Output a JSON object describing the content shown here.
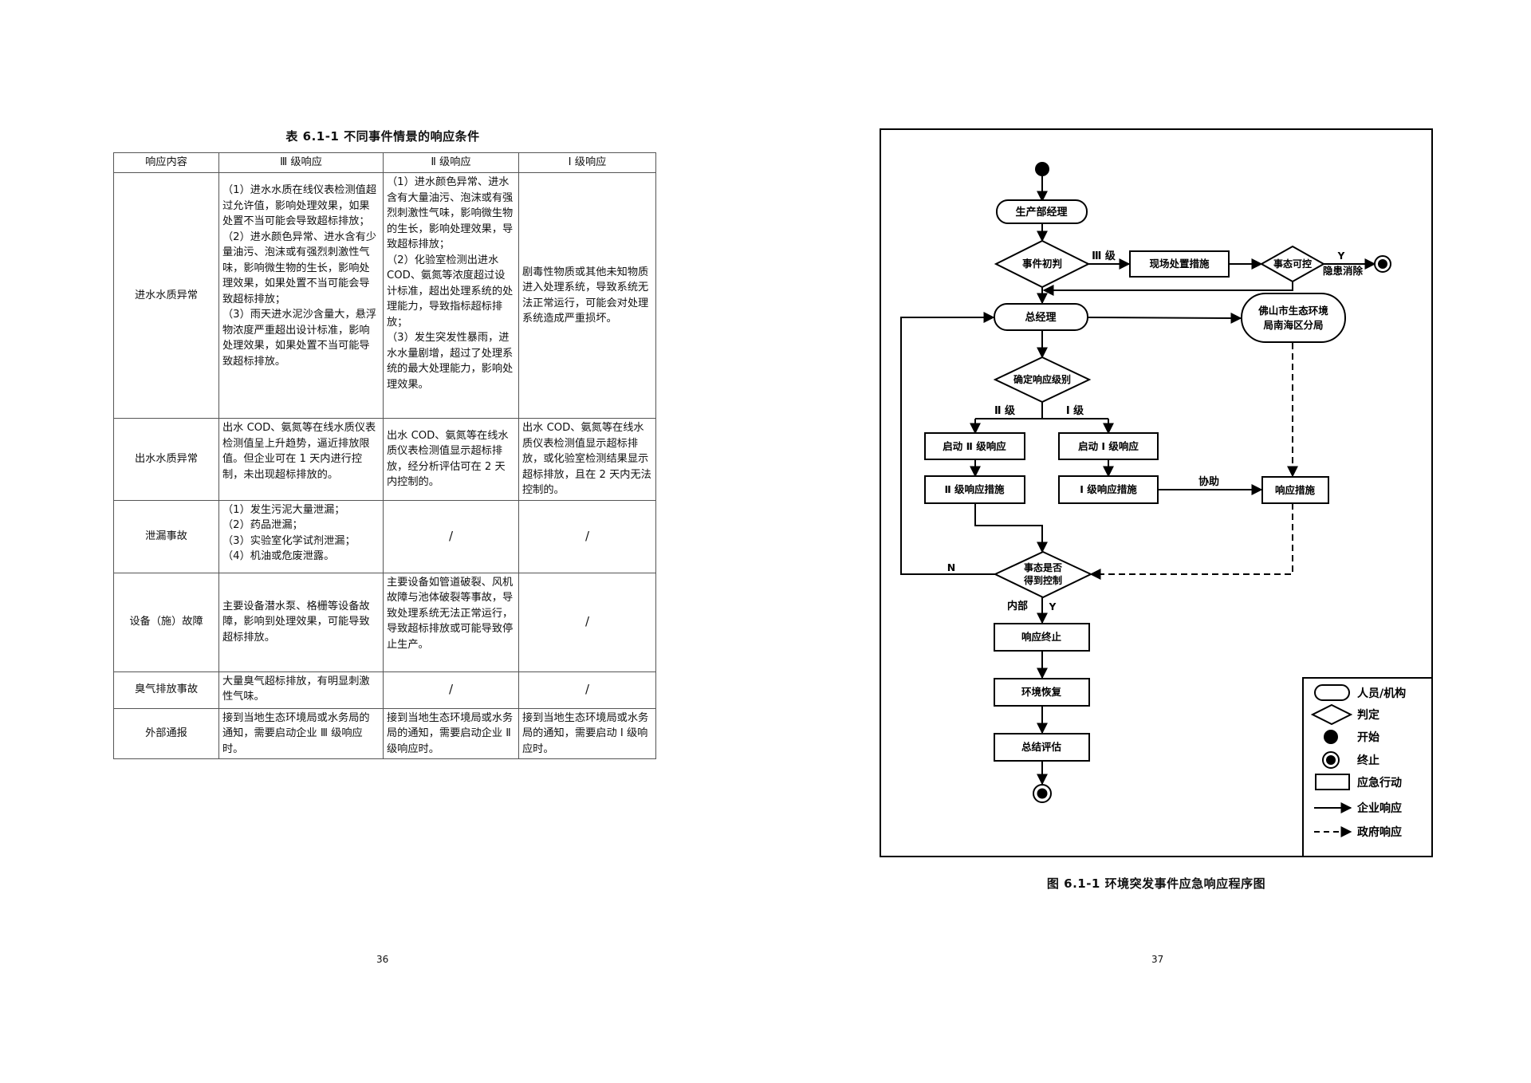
{
  "table": {
    "title": "表 6.1-1      不同事件情景的响应条件",
    "headers": [
      "响应内容",
      "Ⅲ 级响应",
      "Ⅱ 级响应",
      "Ⅰ 级响应"
    ],
    "rows": [
      {
        "name": "进水水质异常",
        "l3": [
          "（1）进水水质在线仪表检测值超过允许值，影响处理效果，如果处置不当可能会导致超标排放；",
          "（2）进水颜色异常、进水含有少量油污、泡沫或有强烈刺激性气味，影响微生物的生长，影响处理效果，如果处置不当可能会导致超标排放；",
          "（3）雨天进水泥沙含量大，悬浮物浓度严重超出设计标准，影响处理效果，如果处置不当可能导致超标排放。"
        ],
        "l2": [
          "（1）进水颜色异常、进水含有大量油污、泡沫或有强烈刺激性气味，影响微生物的生长，影响处理效果，导致超标排放；",
          "（2）化验室检测出进水COD、氨氮等浓度超过设计标准，超出处理系统的处理能力，导致指标超标排放；",
          "（3）发生突发性暴雨，进水水量剧增，超过了处理系统的最大处理能力，影响处理效果。"
        ],
        "l1": "剧毒性物质或其他未知物质进入处理系统，导致系统无法正常运行，可能会对处理系统造成严重损坏。"
      },
      {
        "name": "出水水质异常",
        "l3": [
          "出水 COD、氨氮等在线水质仪表检测值呈上升趋势，逼近排放限值。但企业可在 1 天内进行控制，未出现超标排放的。"
        ],
        "l2": [
          "出水 COD、氨氮等在线水质仪表检测值显示超标排放，经分析评估可在 2 天内控制的。"
        ],
        "l1": "出水 COD、氨氮等在线水质仪表检测值显示超标排放，或化验室检测结果显示超标排放，且在 2 天内无法控制的。"
      },
      {
        "name": "泄漏事故",
        "l3": [
          "（1）发生污泥大量泄漏；",
          "（2）药品泄漏；",
          "（3）实验室化学试剂泄漏；",
          "（4）机油或危废泄露。"
        ],
        "l2": [
          "/"
        ],
        "l1": "/"
      },
      {
        "name": "设备（施）故障",
        "l3": [
          "主要设备潜水泵、格栅等设备故障，影响到处理效果，可能导致超标排放。"
        ],
        "l2": [
          "主要设备如管道破裂、风机故障与池体破裂等事故，导致处理系统无法正常运行，导致超标排放或可能导致停止生产。"
        ],
        "l1": "/"
      },
      {
        "name": "臭气排放事故",
        "l3": [
          "大量臭气超标排放，有明显刺激性气味。"
        ],
        "l2": [
          "/"
        ],
        "l1": "/"
      },
      {
        "name": "外部通报",
        "l3": [
          "接到当地生态环境局或水务局的通知，需要启动企业 Ⅲ 级响应时。"
        ],
        "l2": [
          "接到当地生态环境局或水务局的通知，需要启动企业 Ⅱ 级响应时。"
        ],
        "l1": "接到当地生态环境局或水务局的通知，需要启动 Ⅰ 级响应时。"
      }
    ]
  },
  "page_numbers": {
    "left": "36",
    "right": "37"
  },
  "flowchart": {
    "caption": "图 6.1-1      环境突发事件应急响应程序图",
    "nodes": {
      "production_manager": "生产部经理",
      "event_judgment": "事件初判",
      "onsite_measures": "现场处置措施",
      "controllable": "事态可控",
      "general_manager": "总经理",
      "foshan_bureau_line1": "佛山市生态环境",
      "foshan_bureau_line2": "局南海区分局",
      "determine_level": "确定响应级别",
      "start_level2": "启动 Ⅱ 级响应",
      "start_level1": "启动 Ⅰ 级响应",
      "level2_measures": "Ⅱ 级响应措施",
      "level1_measures": "Ⅰ 级响应措施",
      "gov_measures": "响应措施",
      "controlled_line1": "事态是否",
      "controlled_line2": "得到控制",
      "response_end": "响应终止",
      "env_recovery": "环境恢复",
      "summary_eval": "总结评估"
    },
    "labels": {
      "level3": "Ⅲ 级",
      "yes_top": "Y",
      "hazard_clear": "隐患消除",
      "level2": "Ⅱ 级",
      "level1": "Ⅰ 级",
      "assist": "协助",
      "no": "N",
      "internal": "内部",
      "yes_bottom": "Y"
    },
    "legend": [
      {
        "icon": "rounded-rect",
        "label": "人员/机构"
      },
      {
        "icon": "diamond",
        "label": "判定"
      },
      {
        "icon": "filled-circle",
        "label": "开始"
      },
      {
        "icon": "ring-circle",
        "label": "终止"
      },
      {
        "icon": "rect",
        "label": "应急行动"
      },
      {
        "icon": "solid-arrow",
        "label": "企业响应"
      },
      {
        "icon": "dashed-arrow",
        "label": "政府响应"
      }
    ]
  }
}
